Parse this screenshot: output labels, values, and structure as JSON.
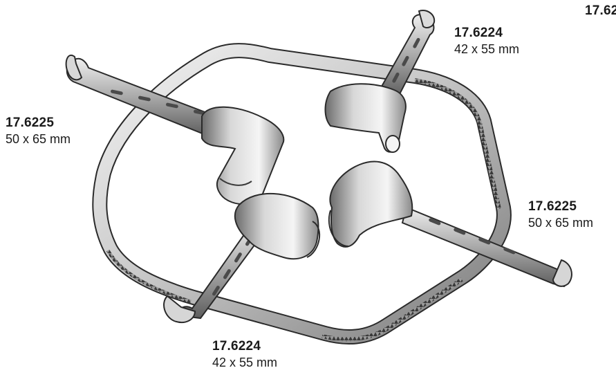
{
  "labels": {
    "corner_partial": {
      "code": "17.62"
    },
    "top_right": {
      "code": "17.6224",
      "size": "42 x 55 mm"
    },
    "left": {
      "code": "17.6225",
      "size": "50 x 65 mm"
    },
    "right": {
      "code": "17.6225",
      "size": "50 x 65 mm"
    },
    "bottom": {
      "code": "17.6224",
      "size": "42 x 55 mm"
    }
  },
  "colors": {
    "background": "#ffffff",
    "text": "#1a1a1a",
    "metal_light": "#f2f2f2",
    "metal_mid": "#b9b9b9",
    "metal_dark": "#5c5c5c",
    "outline": "#2a2a2a"
  },
  "illustration": {
    "subject": "surgical-retractor-frame-with-four-blades",
    "icon": "retractor-illustration"
  }
}
